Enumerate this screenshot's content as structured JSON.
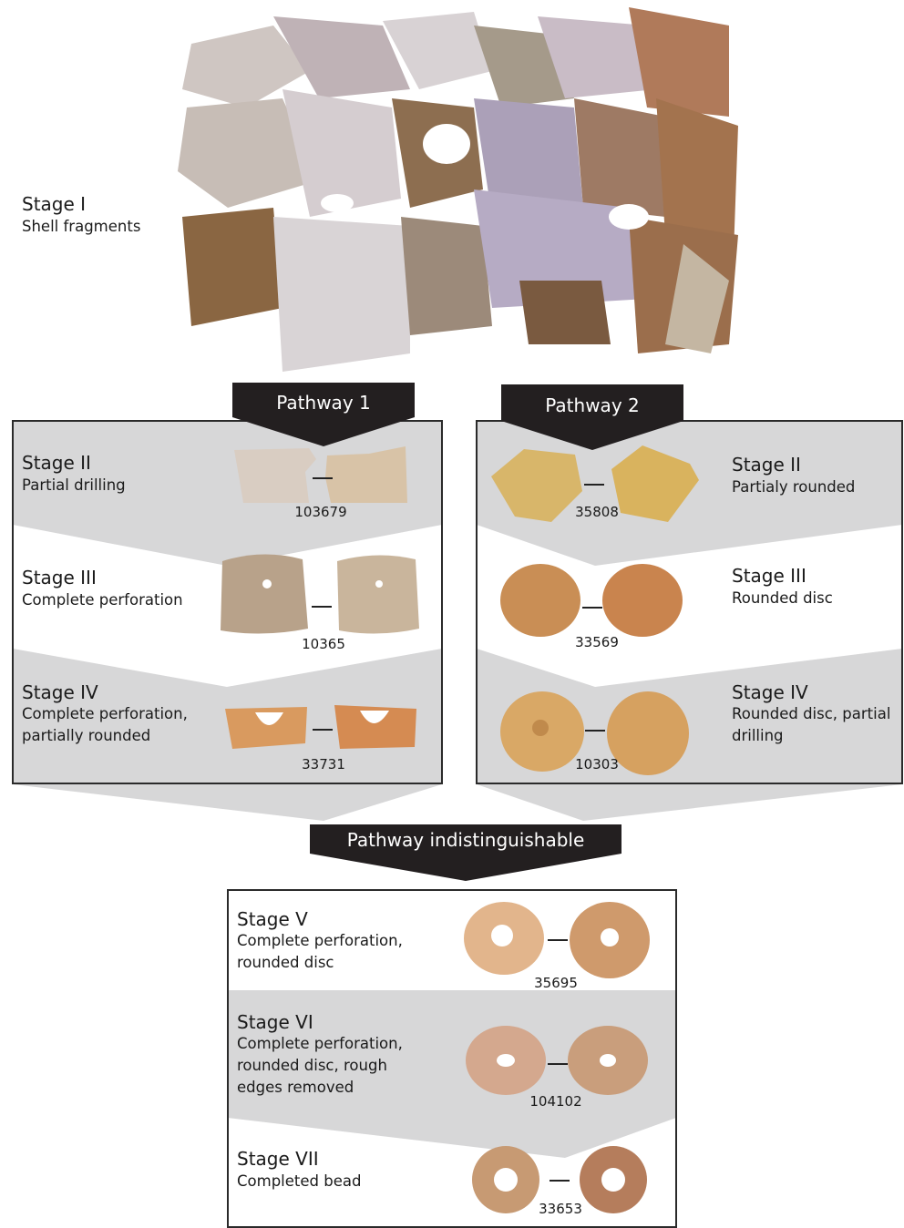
{
  "stage1": {
    "title": "Stage I",
    "desc": "Shell fragments"
  },
  "pathways": {
    "p1": "Pathway 1",
    "p2": "Pathway 2",
    "merged": "Pathway indistinguishable"
  },
  "left": [
    {
      "title": "Stage II",
      "desc": [
        "Partial drilling"
      ],
      "id": "103679"
    },
    {
      "title": "Stage III",
      "desc": [
        "Complete perforation"
      ],
      "id": "10365"
    },
    {
      "title": "Stage IV",
      "desc": [
        "Complete perforation,",
        "partially rounded"
      ],
      "id": "33731"
    }
  ],
  "right": [
    {
      "title": "Stage II",
      "desc": [
        "Partialy rounded"
      ],
      "id": "35808"
    },
    {
      "title": "Stage III",
      "desc": [
        "Rounded disc"
      ],
      "id": "33569"
    },
    {
      "title": "Stage IV",
      "desc": [
        "Rounded disc, partial",
        "drilling"
      ],
      "id": "10303"
    }
  ],
  "bottom": [
    {
      "title": "Stage V",
      "desc": [
        "Complete perforation,",
        "rounded disc"
      ],
      "id": "35695"
    },
    {
      "title": "Stage VI",
      "desc": [
        "Complete perforation,",
        "rounded disc, rough",
        "edges removed"
      ],
      "id": "104102"
    },
    {
      "title": "Stage VII",
      "desc": [
        "Completed bead"
      ],
      "id": "33653"
    }
  ],
  "colors": {
    "arrow": "#231f20",
    "band": "#d7d7d8",
    "frame": "#2a2a2a"
  }
}
